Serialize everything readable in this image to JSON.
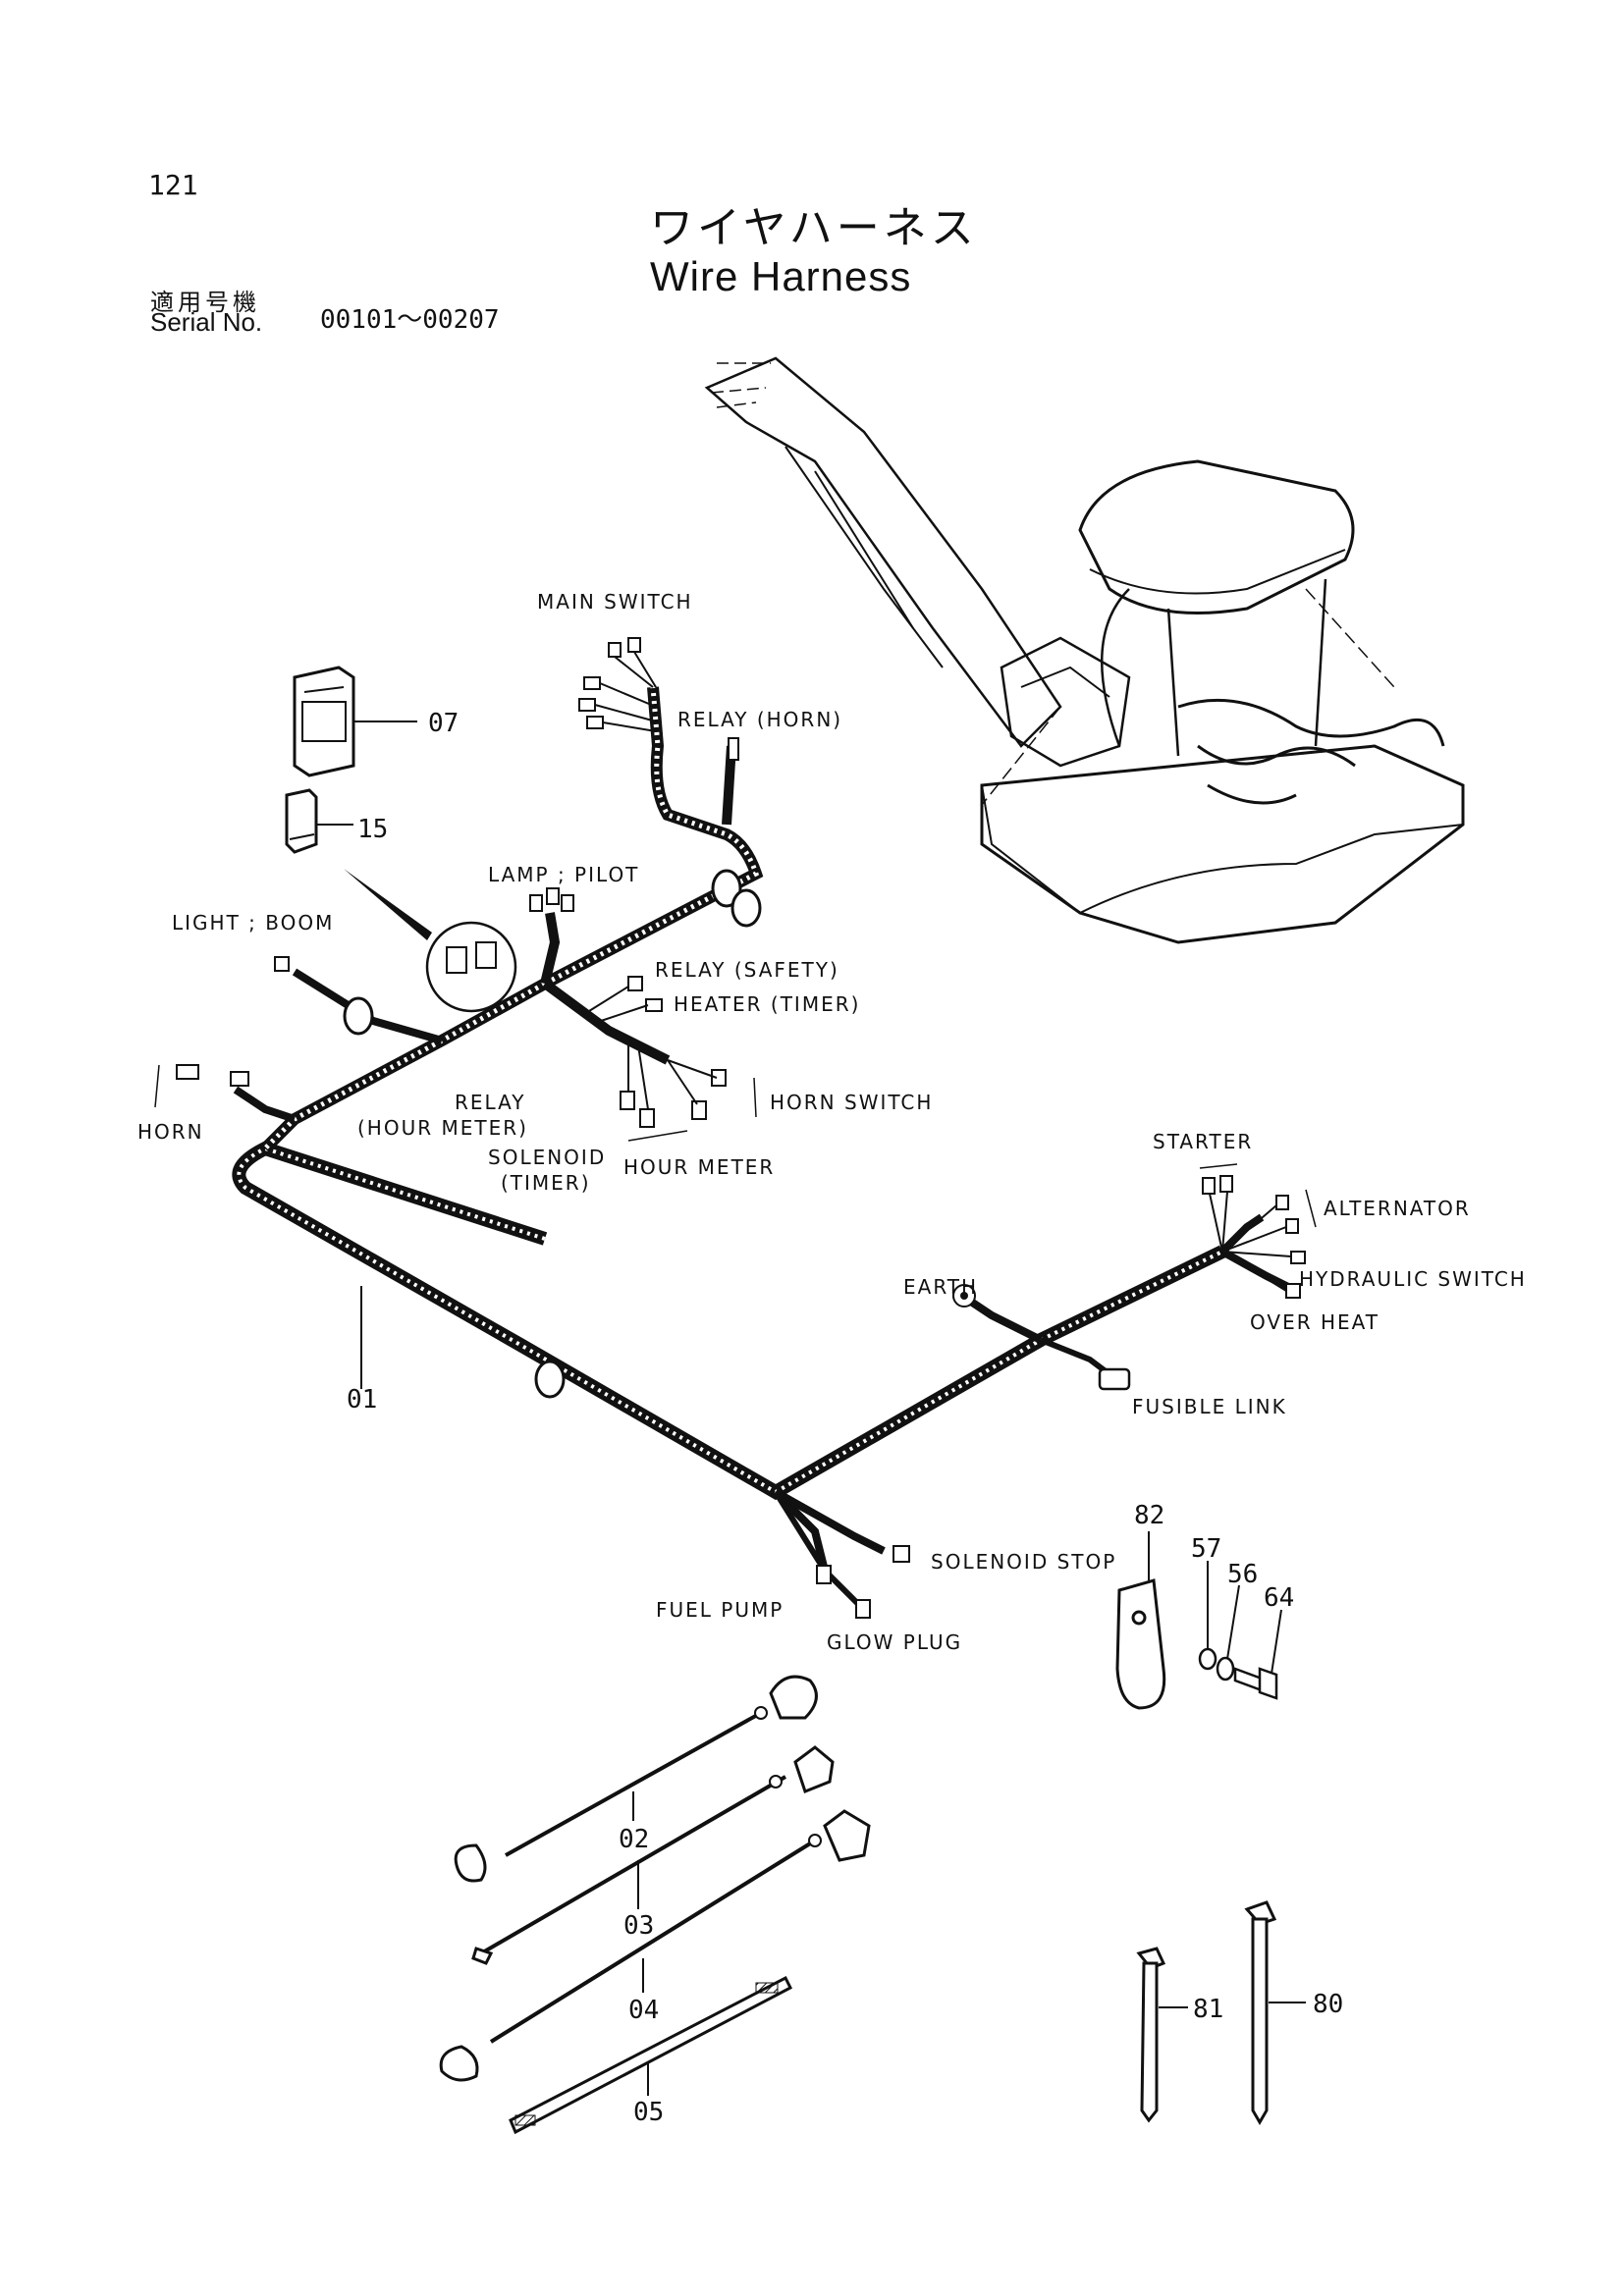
{
  "page_number": "121",
  "title": {
    "japanese": "ワイヤハーネス",
    "english": "Wire Harness"
  },
  "serial": {
    "label_japanese": "適用号機",
    "label_english": "Serial No.",
    "range": "00101～00207"
  },
  "labels": {
    "main_switch": "MAIN SWITCH",
    "relay_horn": "RELAY (HORN)",
    "lamp_pilot": "LAMP ; PILOT",
    "light_boom": "LIGHT ; BOOM",
    "relay_safety": "RELAY (SAFETY)",
    "heater_timer": "HEATER (TIMER)",
    "horn_switch": "HORN SWITCH",
    "horn": "HORN",
    "relay": "RELAY",
    "hour_meter_paren": "(HOUR METER)",
    "solenoid": "SOLENOID",
    "timer": "(TIMER)",
    "hour_meter": "HOUR METER",
    "starter": "STARTER",
    "alternator": "ALTERNATOR",
    "hydraulic_switch": "HYDRAULIC SWITCH",
    "over_heat": "OVER HEAT",
    "earth": "EARTH",
    "fusible_link": "FUSIBLE LINK",
    "solenoid_stop": "SOLENOID STOP",
    "fuel_pump": "FUEL PUMP",
    "glow_plug": "GLOW PLUG"
  },
  "parts": {
    "p01": "01",
    "p02": "02",
    "p03": "03",
    "p04": "04",
    "p05": "05",
    "p07": "07",
    "p15": "15",
    "p56": "56",
    "p57": "57",
    "p64": "64",
    "p80": "80",
    "p81": "81",
    "p82": "82"
  }
}
